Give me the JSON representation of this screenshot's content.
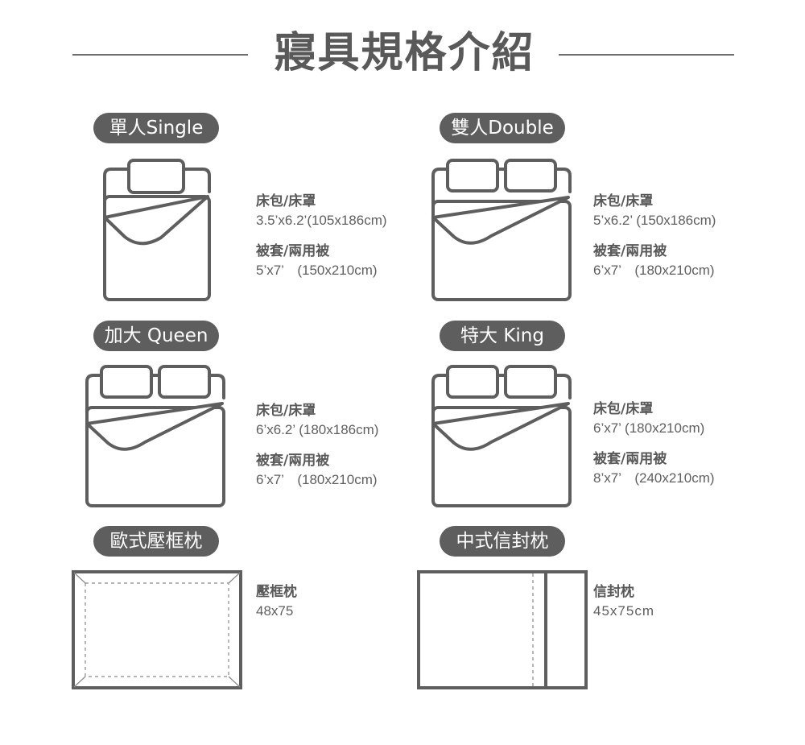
{
  "title": "寢具規格介紹",
  "sections": [
    {
      "label": "單人Single",
      "specs": [
        {
          "label": "床包/床罩",
          "value": "3.5’x6.2’(105x186cm)"
        },
        {
          "label": "被套/兩用被",
          "value": "5’x7’　(150x210cm)"
        }
      ]
    },
    {
      "label": "雙人Double",
      "specs": [
        {
          "label": "床包/床罩",
          "value": "5’x6.2’ (150x186cm)"
        },
        {
          "label": "被套/兩用被",
          "value": "6’x7’　(180x210cm)"
        }
      ]
    },
    {
      "label": "加大 Queen",
      "specs": [
        {
          "label": "床包/床罩",
          "value": "6’x6.2’ (180x186cm)"
        },
        {
          "label": "被套/兩用被",
          "value": "6’x7’　(180x210cm)"
        }
      ]
    },
    {
      "label": "特大 King",
      "specs": [
        {
          "label": "床包/床罩",
          "value": "6’x7’ (180x210cm)"
        },
        {
          "label": "被套/兩用被",
          "value": "8’x7’　(240x210cm)"
        }
      ]
    },
    {
      "label": "歐式壓框枕",
      "specs": [
        {
          "label": "壓框枕",
          "value": "48x75"
        }
      ]
    },
    {
      "label": "中式信封枕",
      "specs": [
        {
          "label": "信封枕",
          "value": "45x75cm"
        }
      ]
    }
  ],
  "colors": {
    "primary": "#5e5e5e",
    "background": "#ffffff"
  },
  "icons": [
    "single-bed-icon",
    "double-bed-icon",
    "queen-bed-icon",
    "king-bed-icon",
    "euro-pillow-icon",
    "envelope-pillow-icon"
  ]
}
